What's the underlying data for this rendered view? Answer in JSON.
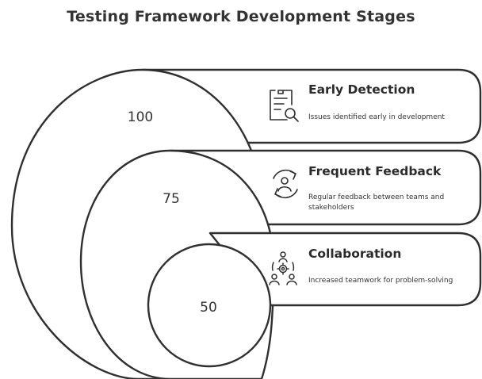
{
  "title": "Testing Framework Development Stages",
  "stages": [
    {
      "value": "100",
      "title": "Early Detection",
      "description_lines": [
        "Issues identified early in development"
      ],
      "icon": "clipboard-search-icon"
    },
    {
      "value": "75",
      "title": "Frequent Feedback",
      "description_lines": [
        "Regular feedback between teams and",
        "stakeholders"
      ],
      "icon": "feedback-cycle-icon"
    },
    {
      "value": "50",
      "title": "Collaboration",
      "description_lines": [
        "Increased teamwork for problem-solving"
      ],
      "icon": "team-gear-icon"
    }
  ],
  "colors": {
    "stroke": "#2f2f2f",
    "fill": "#ffffff",
    "text": "#333333"
  }
}
